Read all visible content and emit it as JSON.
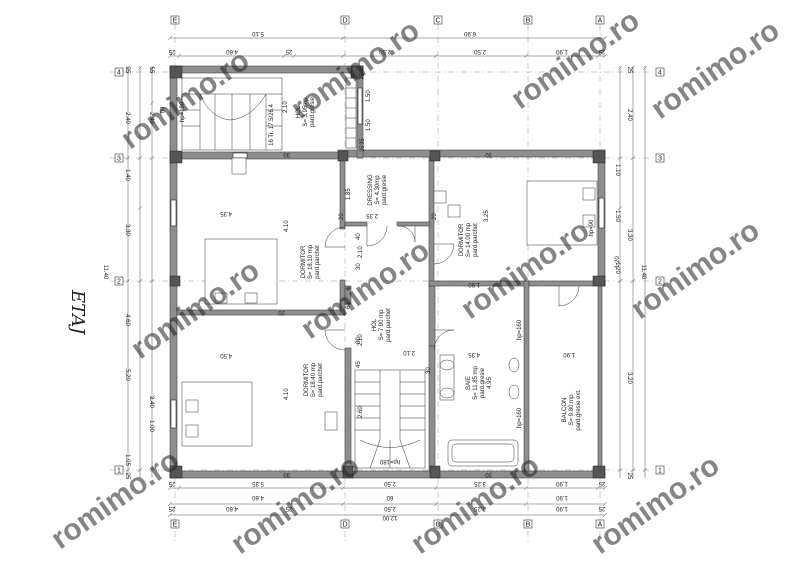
{
  "floor_title": "ETAJ",
  "watermark": "romimo.ro",
  "axes": {
    "vertical": [
      "E",
      "D",
      "C",
      "B",
      "A"
    ],
    "horizontal": [
      "4",
      "3",
      "2",
      "1"
    ]
  },
  "rooms": [
    {
      "name": "HOL",
      "area": "S= 3.95mp",
      "finish": "pard.gresie",
      "extra": ""
    },
    {
      "name": "DRESSING",
      "area": "S= 4.30mp",
      "finish": "pard.gresie",
      "extra": ""
    },
    {
      "name": "DORMITOR",
      "area": "S= 18.10 mp",
      "finish": "pard.parchet",
      "extra": ""
    },
    {
      "name": "DORMITOR",
      "area": "S= 14.00 mp",
      "finish": "pard.parchet",
      "extra": ""
    },
    {
      "name": "HOL",
      "area": "S= 7.90 mp",
      "finish": "pard.parchet",
      "extra": ""
    },
    {
      "name": "DORMITOR",
      "area": "S= 18.40 mp",
      "finish": "pard.parchet",
      "extra": ""
    },
    {
      "name": "BAIE",
      "area": "S= 11.85 mp",
      "finish": "pard.gresie",
      "extra": "4.95"
    },
    {
      "name": "BALCON",
      "area": "S= 9.80 mp",
      "finish": "pard.gresie ext.",
      "extra": ""
    }
  ],
  "stair_labels": {
    "upper": "16 Tr. 17.5/26.4",
    "hp_top": "hp=180",
    "hp_bottom": "hp=180"
  },
  "hp_labels": {
    "window_right": "hp=90",
    "bath_top": "hp=160",
    "bath_bottom": "hp=160"
  },
  "dimensions": {
    "top_outer": [
      "5.10",
      "6.90"
    ],
    "top_inner": [
      "25",
      "4.60",
      "25",
      "2.50",
      "2.50",
      "1.90",
      "25"
    ],
    "bottom_inner": [
      "25",
      "5.35",
      "2.50",
      "3.25",
      "1.90",
      "25"
    ],
    "bottom_middle": [
      "4.60",
      "60",
      "1.90"
    ],
    "bottom_total": "12.00",
    "bottom_outer": [
      "25",
      "4.60",
      "25",
      "2.50",
      "3.25",
      "1.90",
      "25"
    ],
    "left_outer": [
      "25",
      "2.40",
      "1.40",
      "3.30",
      "4.60",
      "5.20",
      "1.05",
      "25"
    ],
    "left_inner": [
      "55",
      "60",
      "2.40",
      "1.00",
      "2.40"
    ],
    "left_total": "11.40",
    "right_outer": [
      "25",
      "2.40",
      "1.10",
      "3.30",
      "1.50",
      "1.20",
      "3.20",
      "25"
    ],
    "right_total": "11.40",
    "interior": [
      "2.10",
      "4.10",
      "4.35",
      "1.50",
      "1.50",
      "1.85",
      "4.50",
      "4.10",
      "3.25",
      "2.10",
      "2.10",
      "2.35",
      "2.10",
      "4.35",
      "1.90",
      "2.60",
      "1.90",
      "1.20",
      "30",
      "30",
      "30",
      "60",
      "20",
      "20",
      "20",
      "30",
      "35",
      "75",
      "40",
      "35",
      "30",
      "45",
      "80",
      "30"
    ]
  },
  "colors": {
    "wall": "#8e8e8e",
    "wall_dark": "#555555",
    "line": "#333333",
    "dimline": "#555555",
    "watermark": "#d9dde6"
  }
}
